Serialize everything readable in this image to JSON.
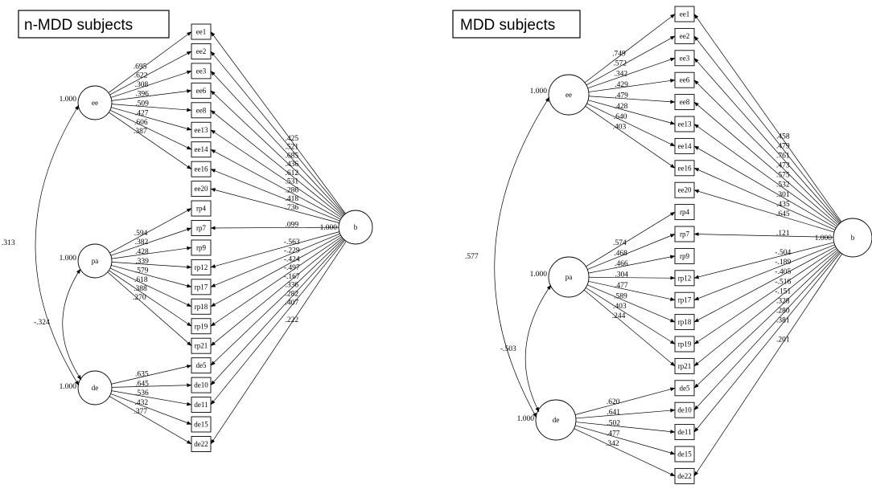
{
  "panels": [
    {
      "title": "n-MDD subjects",
      "latents": {
        "ee": "ee",
        "pa": "pa",
        "de": "de",
        "b": "b"
      },
      "variances": {
        "ee": "1.000",
        "pa": "1.000",
        "de": "1.000",
        "b": "1.000"
      },
      "covariances": {
        "ee_de": ".313",
        "pa_de": "-.324"
      },
      "indicators": [
        "ee1",
        "ee2",
        "ee3",
        "ee6",
        "ee8",
        "ee13",
        "ee14",
        "ee16",
        "ee20",
        "rp4",
        "rp7",
        "rp9",
        "rp12",
        "rp17",
        "rp18",
        "rp19",
        "rp21",
        "de5",
        "de10",
        "de11",
        "de15",
        "de22"
      ],
      "loadings_ee": [
        ".695",
        ".622",
        ".308",
        ".396",
        ".509",
        ".427",
        ".606",
        ".387"
      ],
      "loadings_pa": [
        ".594",
        ".382",
        ".428",
        ".339",
        ".579",
        ".618",
        ".388",
        ".270"
      ],
      "loadings_de": [
        ".635",
        ".645",
        ".536",
        ".432",
        ".377"
      ],
      "loadings_b": [
        ".425",
        ".521",
        ".685",
        ".436",
        ".612",
        ".531",
        ".286",
        ".418",
        ".736",
        ".099",
        "-.563",
        "-.229",
        "-.424",
        "-.497",
        "-.167",
        ".336",
        ".282",
        ".407",
        ".222"
      ]
    },
    {
      "title": "MDD subjects",
      "latents": {
        "ee": "ee",
        "pa": "pa",
        "de": "de",
        "b": "b"
      },
      "variances": {
        "ee": "1.000",
        "pa": "1.000",
        "de": "1.000",
        "b": "1.000"
      },
      "covariances": {
        "ee_de": ".577",
        "pa_de": "-.503"
      },
      "indicators": [
        "ee1",
        "ee2",
        "ee3",
        "ee6",
        "ee8",
        "ee13",
        "ee14",
        "ee16",
        "ee20",
        "rp4",
        "rp7",
        "rp9",
        "rp12",
        "rp17",
        "rp18",
        "rp19",
        "rp21",
        "de5",
        "de10",
        "de11",
        "de15",
        "de22"
      ],
      "loadings_ee": [
        ".749",
        ".572",
        ".342",
        ".429",
        ".479",
        ".428",
        ".640",
        ".403"
      ],
      "loadings_pa": [
        ".574",
        ".468",
        ".466",
        ".304",
        ".477",
        ".589",
        ".403",
        ".244"
      ],
      "loadings_de": [
        ".620",
        ".641",
        ".502",
        ".477",
        ".342"
      ],
      "loadings_b": [
        ".458",
        ".479",
        ".761",
        ".473",
        ".575",
        ".532",
        ".301",
        ".435",
        ".645",
        ".121",
        "-.504",
        "-.189",
        "-.405",
        "-.516",
        "-.151",
        ".328",
        ".280",
        ".381",
        ".201"
      ]
    }
  ]
}
